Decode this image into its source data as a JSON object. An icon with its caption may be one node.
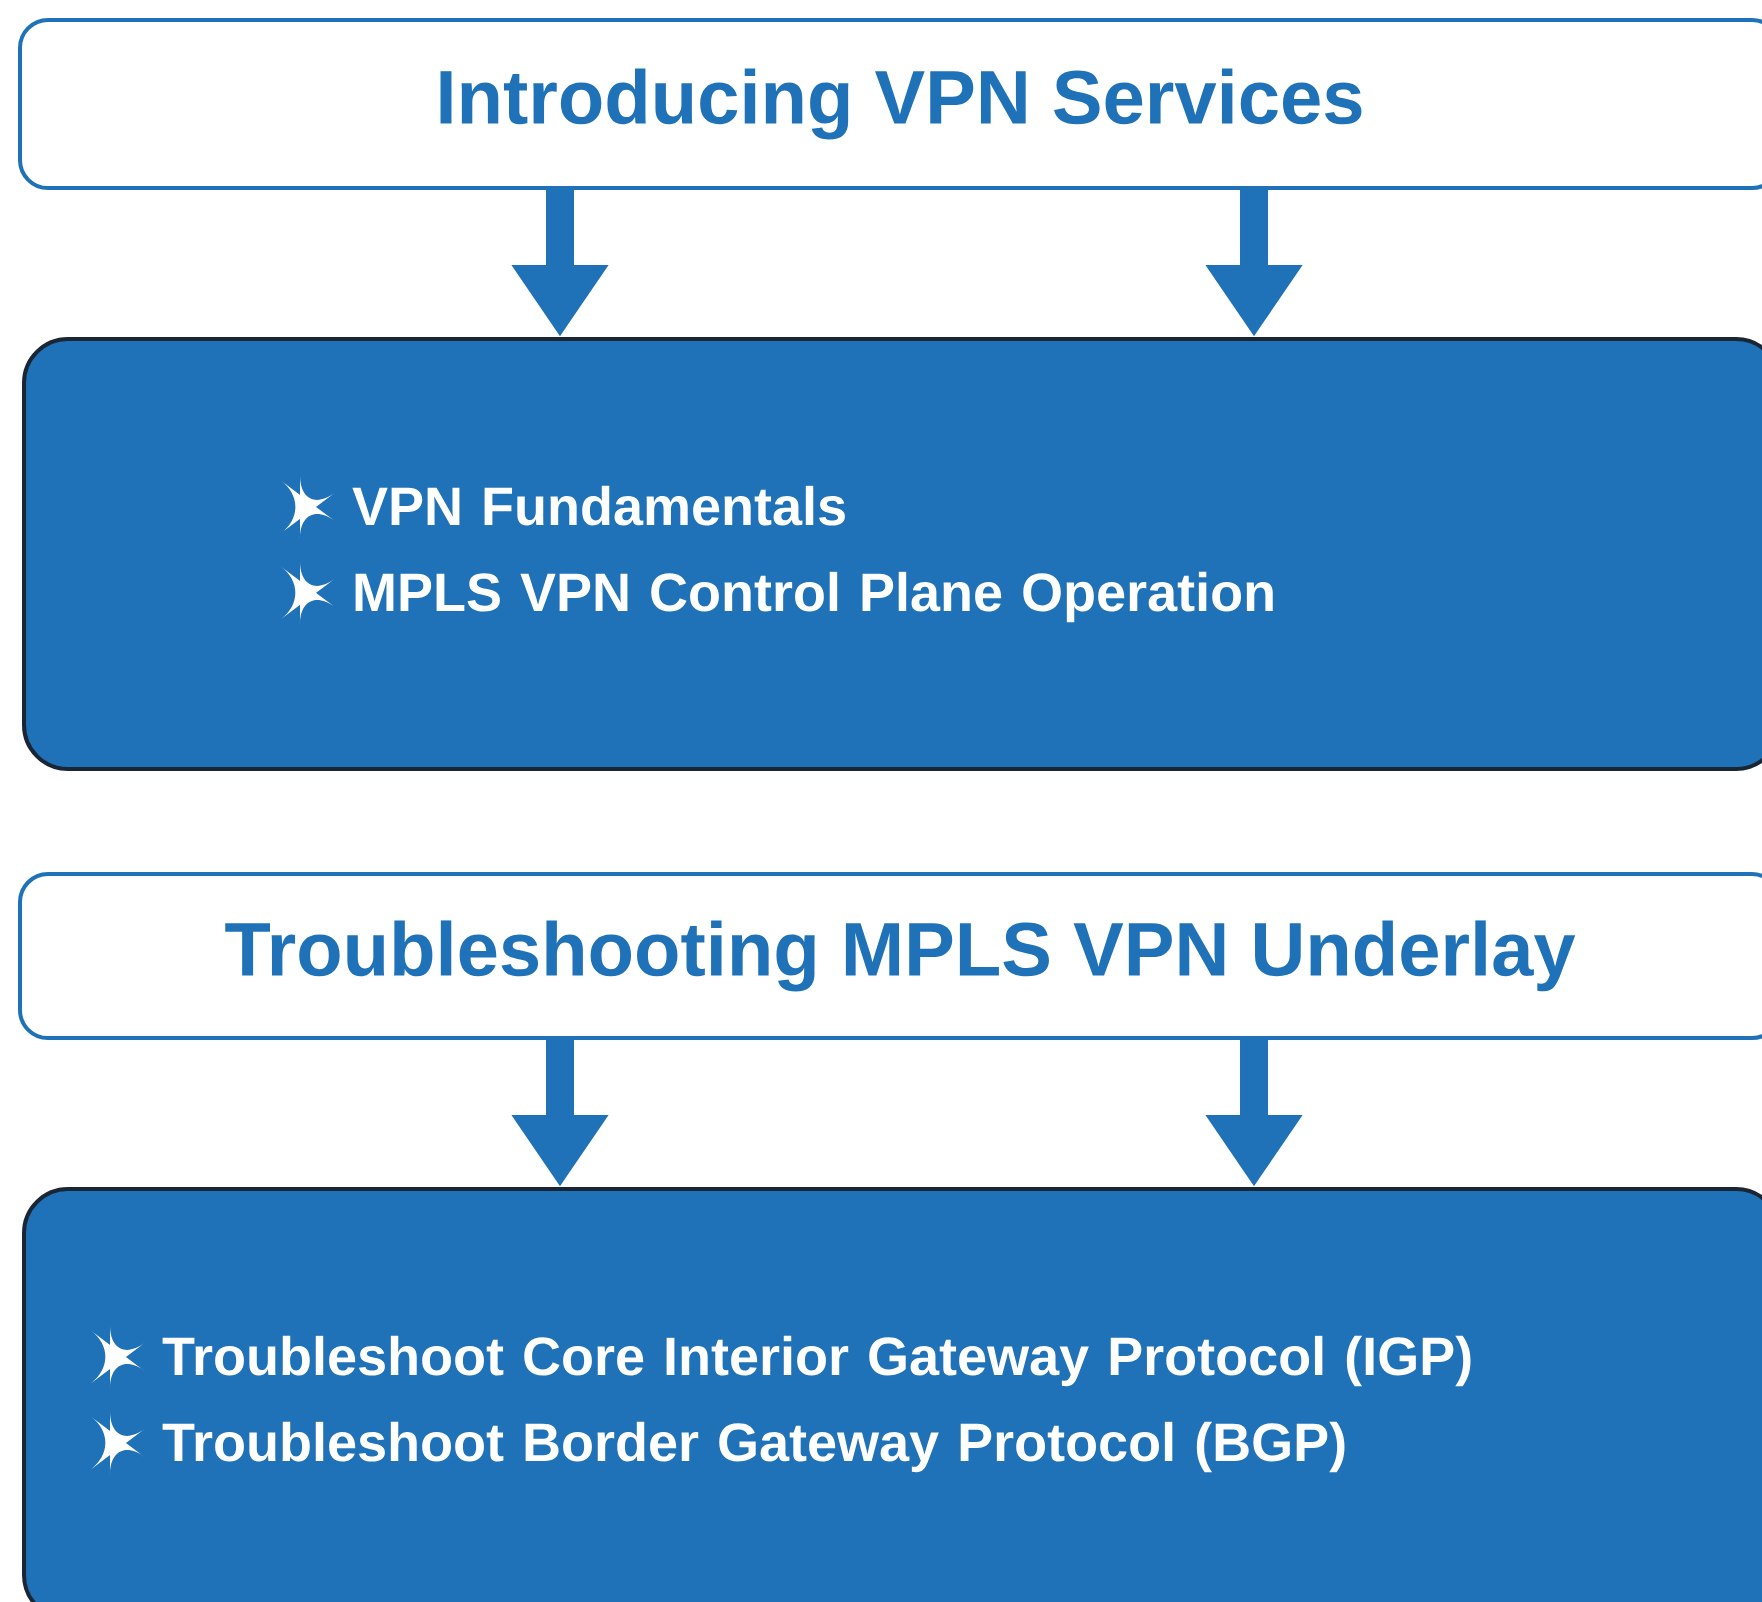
{
  "diagram": {
    "nodes": [
      {
        "text": [
          "Introducing VPN Services"
        ]
      },
      {
        "text": [
          "VPN Fundamentals",
          "MPLS VPN Control Plane Operation"
        ]
      },
      {
        "text": [
          "Troubleshooting MPLS VPN Underlay"
        ]
      },
      {
        "text": [
          "Troubleshoot Core Interior Gateway Protocol (IGP)",
          "Troubleshoot Border Gateway Protocol (BGP)"
        ]
      }
    ],
    "edges": [
      {
        "from": 0,
        "to": 1,
        "arrow": "to"
      },
      {
        "from": 0,
        "to": 1,
        "arrow": "to"
      },
      {
        "from": 2,
        "to": 3,
        "arrow": "to"
      },
      {
        "from": 2,
        "to": 3,
        "arrow": "to"
      }
    ]
  }
}
